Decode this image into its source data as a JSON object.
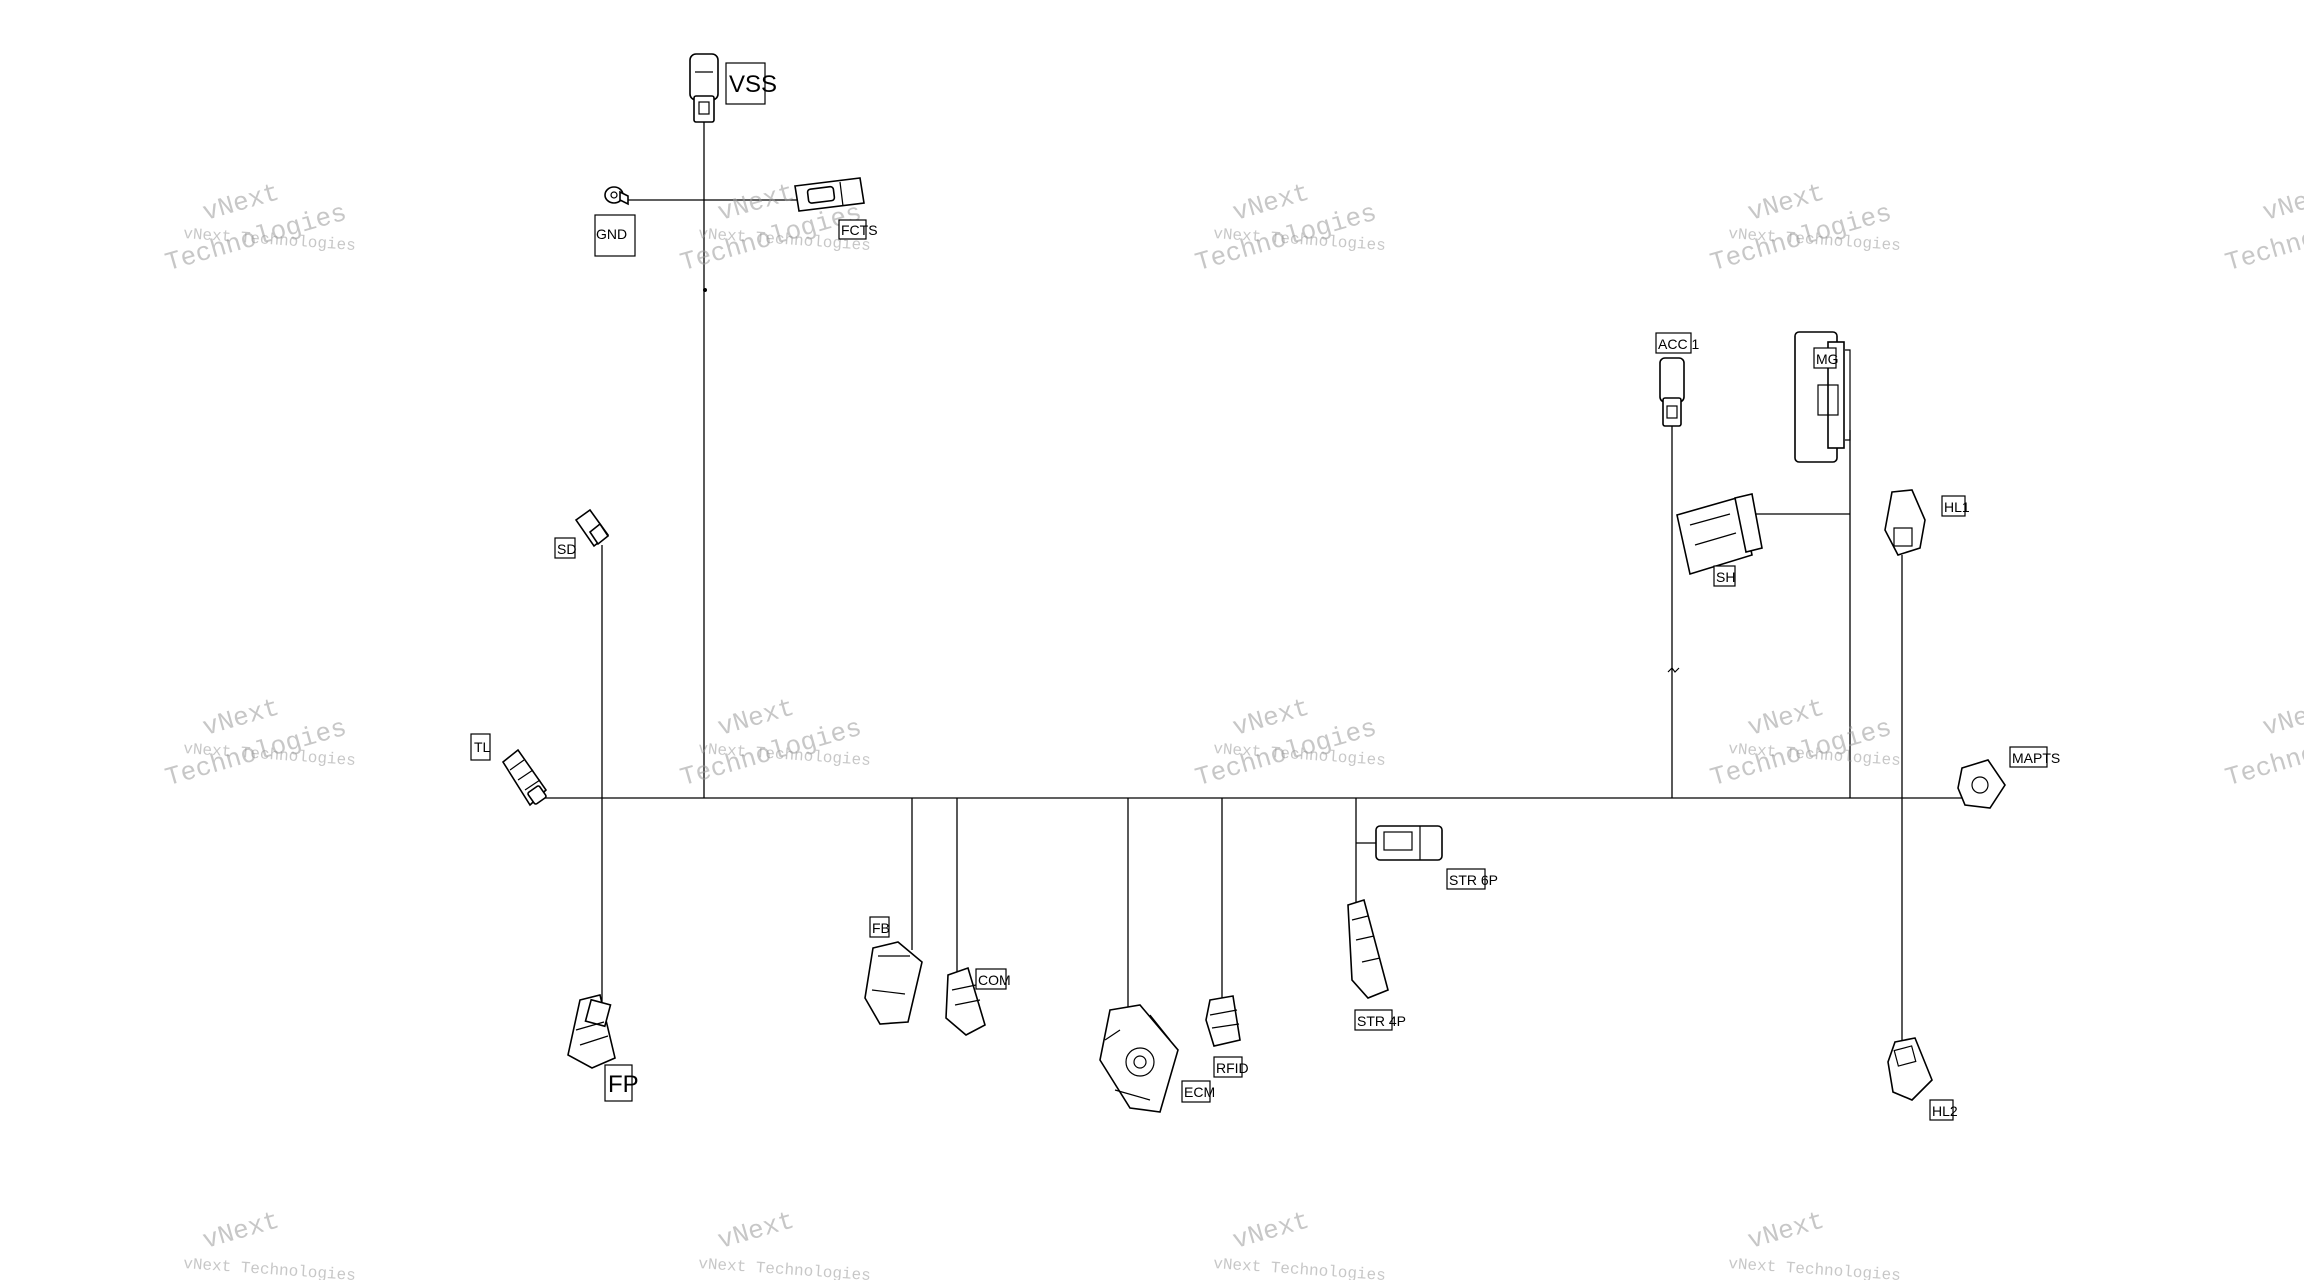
{
  "watermark": {
    "line1": "vNext Technologies",
    "line2": "vNext",
    "line3": "Technologies"
  },
  "labels": {
    "VSS": "VSS",
    "GND": "GND",
    "FCTS": "FCTS",
    "SD": "SD",
    "TL": "TL",
    "FP": "FP",
    "FB": "FB",
    "COM": "COM",
    "ECM": "ECM",
    "RFID": "RFID",
    "STR6P": "STR 6P",
    "STR4P": "STR 4P",
    "ACC1": "ACC 1",
    "MG": "MG",
    "SH": "SH",
    "HL1": "HL1",
    "MAPTS": "MAPTS",
    "HL2": "HL2"
  },
  "colors": {
    "line": "#000000",
    "background": "#ffffff",
    "watermark": "#9a9a9a"
  }
}
